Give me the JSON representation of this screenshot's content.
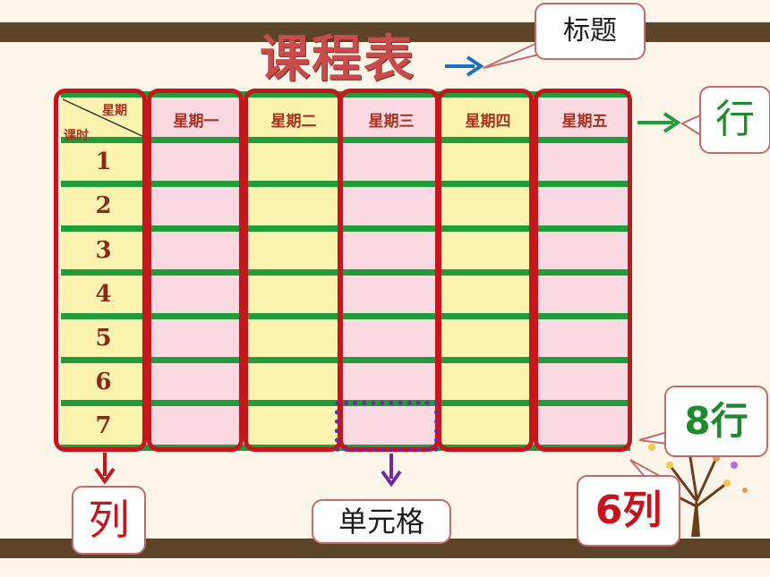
{
  "title": "课程表",
  "header": {
    "corner_top": "星期",
    "corner_bottom": "课时",
    "days": [
      "星期一",
      "星期二",
      "星期三",
      "星期四",
      "星期五"
    ]
  },
  "rows": [
    "1",
    "2",
    "3",
    "4",
    "5",
    "6",
    "7"
  ],
  "callouts": {
    "title": "标题",
    "row": "行",
    "rows_count": "8行",
    "column": "列",
    "cell": "单元格",
    "columns_count": "6列"
  },
  "colors": {
    "title": "#c94c4c",
    "column_box": "#c4161c",
    "cell_box": "#6e2a9e",
    "grid_line": "#1f9d3a",
    "arrow_title": "#1e6fc4",
    "arrow_row": "#1f9d3a",
    "band": "#5b4428",
    "first_col_fill": "#fdf3b0",
    "pink_fill": "#fbd9e2",
    "yellow_fill": "#fdf3b0"
  }
}
